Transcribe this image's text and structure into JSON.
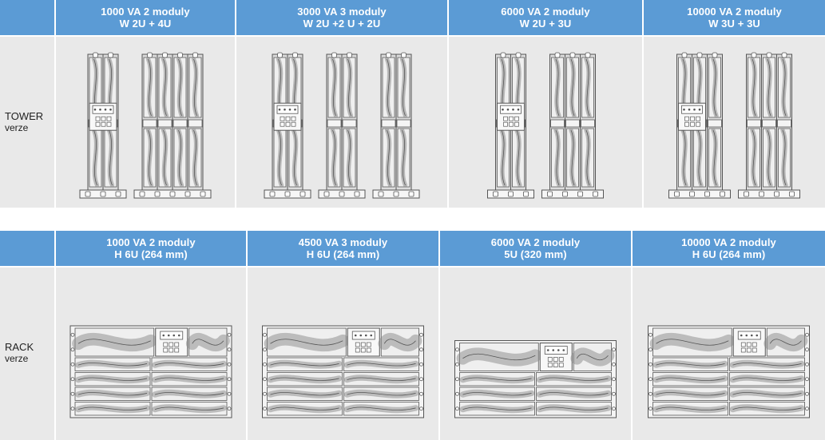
{
  "tower": {
    "label": "TOWER",
    "sub": "verze",
    "columns": [
      {
        "line1": "1000 VA 2 moduly",
        "line2": "W 2U + 4U",
        "units": [
          {
            "type": "ups",
            "modules": 2
          },
          {
            "type": "bat",
            "modules": 4
          }
        ]
      },
      {
        "line1": "3000 VA 3 moduly",
        "line2": "W 2U +2 U + 2U",
        "units": [
          {
            "type": "ups",
            "modules": 2
          },
          {
            "type": "bat",
            "modules": 2
          },
          {
            "type": "bat",
            "modules": 2
          }
        ]
      },
      {
        "line1": "6000 VA 2 moduly",
        "line2": "W 2U + 3U",
        "units": [
          {
            "type": "ups",
            "modules": 2
          },
          {
            "type": "bat",
            "modules": 3
          }
        ]
      },
      {
        "line1": "10000 VA 2 moduly",
        "line2": "W 3U + 3U",
        "units": [
          {
            "type": "ups",
            "modules": 3
          },
          {
            "type": "bat",
            "modules": 3
          }
        ]
      }
    ]
  },
  "rack": {
    "label": "RACK",
    "sub": "verze",
    "columns": [
      {
        "line1": "1000 VA 2 moduly",
        "line2": "H 6U (264 mm)",
        "rows": 6
      },
      {
        "line1": "4500 VA 3 moduly",
        "line2": "H 6U (264 mm)",
        "rows": 6
      },
      {
        "line1": "6000 VA 2 moduly",
        "line2": "5U (320 mm)",
        "rows": 5
      },
      {
        "line1": "10000 VA 2 moduly",
        "line2": "H 6U (264 mm)",
        "rows": 6
      }
    ]
  },
  "colors": {
    "header": "#5b9bd5",
    "cell": "#e9e9e9",
    "line": "#555555",
    "fill": "#c9c9c9",
    "dark": "#8a8a8a"
  }
}
